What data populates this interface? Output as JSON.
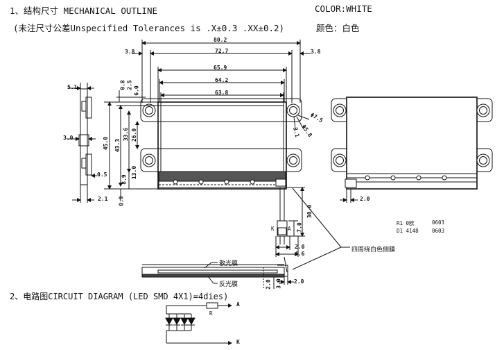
{
  "header": {
    "section1": "1、结构尺寸 MECHANICAL OUTLINE",
    "tolerance": "(未注尺寸公差Unspecified Tolerances is .X±0.3 .XX±0.2)",
    "color_en": "COLOR:WHITE",
    "color_cn": "颜色：白色",
    "section2": "2、电路图CIRCUIT DIAGRAM (LED SMD 4X1)=4dies)"
  },
  "dimensions": {
    "w80_2": "80.2",
    "w72_7": "72.7",
    "d3_8_left": "3.8",
    "d3_8_right": "3.8",
    "w65_9": "65.9",
    "w64_2": "64.2",
    "w63_8": "63.8",
    "h0_8": "0.8",
    "h2_5": "2.5",
    "h6_0": "6.0",
    "h45_0": "45.0",
    "h43_3": "43.3",
    "h33_6": "33.6",
    "h26_0": "26.0",
    "h13_0": "13.0",
    "h8_9": "8.9",
    "h0_9": "0.9",
    "phi7_5": "Φ7.5",
    "phi5_8": "Φ5.8",
    "d3_1": "3.1",
    "side5_1": "5.1",
    "side3_0": "3.0",
    "side0_5": "0.5",
    "side2_1": "2.1",
    "cable30": "30.0",
    "cable7": "7.0",
    "cable2": "2.0",
    "cable4_6": "4.6",
    "right2_0": "2.0",
    "bot2_0a": "2.0",
    "bot2_0b": "2.0",
    "bot3_0": "3.0",
    "label_k": "K",
    "label_a": "A"
  },
  "callouts": {
    "diffuser": "散光膜",
    "reflector": "反光膜",
    "side_film": "四周绕白色侧膜"
  },
  "components": {
    "r1_name": "R1 0欧",
    "r1_pkg": "0603",
    "d1_name": "D1 4148",
    "d1_pkg": "0603"
  },
  "circuit": {
    "terminal_a": "A",
    "terminal_k": "K",
    "resistor": "R"
  }
}
